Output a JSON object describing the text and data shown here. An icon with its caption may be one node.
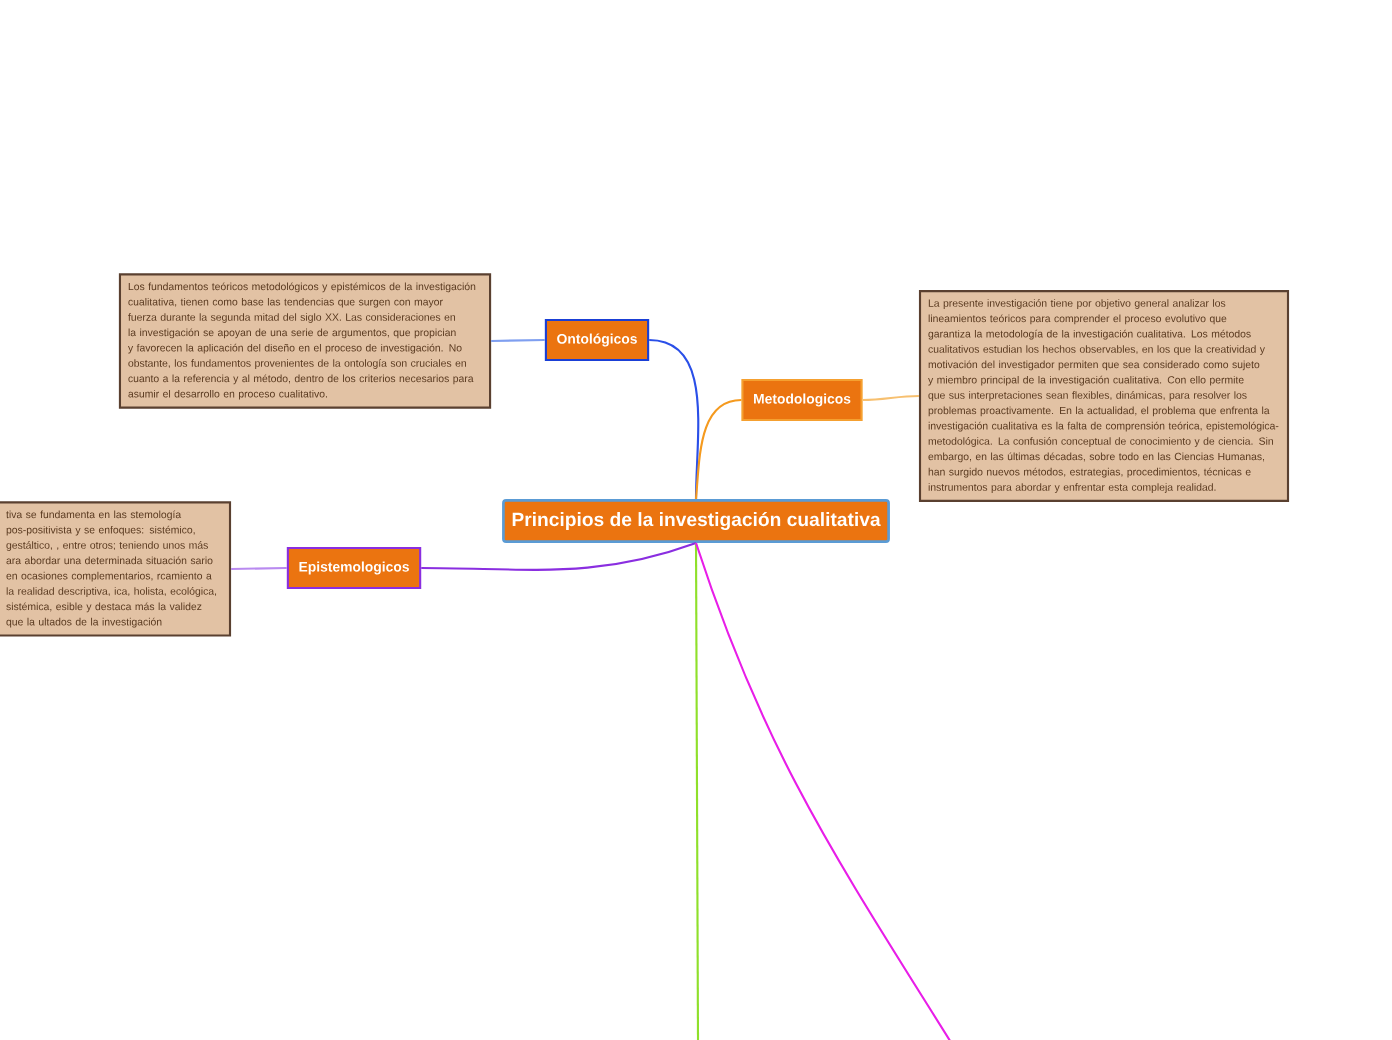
{
  "diagram": {
    "nodes": [
      {
        "text": [
          "Principios de la investigación cualitativa"
        ]
      },
      {
        "text": [
          "Ontológicos"
        ]
      },
      {
        "text": [
          "Los fundamentos teóricos metodológicos y epistémicos de la investigación cualitativa, tienen como base las tendencias que surgen con mayor fuerza durante la segunda mitad del siglo XX. Las consideraciones en la investigación se apoyan de una serie de argumentos, que propician y favorecen la aplicación del diseño en el proceso de investigación. No obstante, los fundamentos provenientes de la ontología son cruciales en cuanto a la referencia y al método, dentro de los criterios necesarios para asumir el desarrollo en proceso cualitativo."
        ]
      },
      {
        "text": [
          "Metodologicos"
        ]
      },
      {
        "text": [
          "La presente investigación tiene por objetivo general analizar los lineamientos teóricos para comprender el proceso evolutivo que garantiza la metodología de la investigación cualitativa. Los métodos cualitativos estudian los hechos observables, en los que la creatividad y motivación del investigador permiten que sea considerado como sujeto y miembro principal de la investigación cualitativa. Con ello permite que sus interpretaciones sean flexibles, dinámicas, para resolver los problemas proactivamente. En la actualidad, el problema que enfrenta la investigación cualitativa es la falta de comprensión teórica, epistemológica-metodológica. La confusión conceptual de conocimiento y de ciencia. Sin embargo, en las últimas décadas, sobre todo en las Ciencias Humanas, han surgido nuevos métodos, estrategias, procedimientos, técnicas e instrumentos para abordar y enfrentar esta compleja realidad."
        ]
      },
      {
        "text": [
          "Epistemologicos"
        ]
      },
      {
        "text": [
          "tiva se fundamenta en las stemología pos-positivista y se enfoques: sistémico, gestáltico, , entre otros; teniendo unos más ara abordar una determinada situación sario en ocasiones complementarios, rcamiento a la realidad descriptiva, ica, holista, ecológica, sistémica, esible y destaca más la validez que la ultados de la investigación"
        ]
      }
    ],
    "edges": [
      {
        "from": 0,
        "to": 1,
        "arrow": "none",
        "color": "#2a4fe8"
      },
      {
        "from": 1,
        "to": 2,
        "arrow": "none",
        "color": "#7f9ff0"
      },
      {
        "from": 0,
        "to": 3,
        "arrow": "none",
        "color": "#f59a1e"
      },
      {
        "from": 3,
        "to": 4,
        "arrow": "none",
        "color": "#f7c070"
      },
      {
        "from": 0,
        "to": 5,
        "arrow": "none",
        "color": "#8a2ee0"
      },
      {
        "from": 5,
        "to": 6,
        "arrow": "none",
        "color": "#b98af0"
      },
      {
        "from": 0,
        "to": null,
        "arrow": "none",
        "color": "#8fe02a"
      },
      {
        "from": 0,
        "to": null,
        "arrow": "none",
        "color": "#e81ee8"
      }
    ]
  }
}
